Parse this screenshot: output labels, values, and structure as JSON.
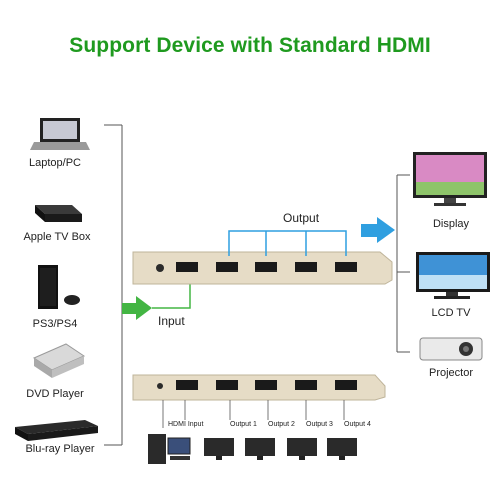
{
  "title": "Support Device with Standard HDMI",
  "sources": [
    "Laptop/PC",
    "Apple TV Box",
    "PS3/PS4",
    "DVD Player",
    "Blu-ray Player"
  ],
  "displays": [
    "Display",
    "LCD TV",
    "Projector"
  ],
  "labels": {
    "input": "Input",
    "output": "Output"
  },
  "rear_panel": {
    "hdmi_input": "HDMI Input",
    "outputs": [
      "Output 1",
      "Output 2",
      "Output 3",
      "Output 4"
    ]
  },
  "colors": {
    "title": "#1f9a1f",
    "input_arrow": "#43b543",
    "output_arrow": "#2f9fe0",
    "lines": "#555555"
  }
}
